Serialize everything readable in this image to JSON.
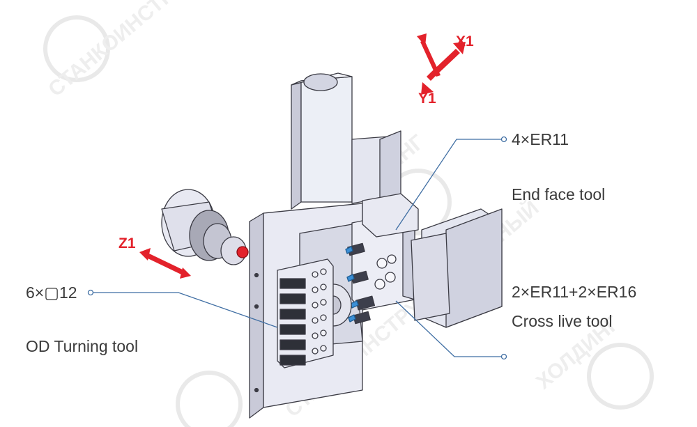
{
  "axes": {
    "x1": "X1",
    "y1": "Y1",
    "z1": "Z1"
  },
  "callouts": {
    "er11_count": "4×ER11",
    "end_face": "End face tool",
    "cross_count": "2×ER11+2×ER16",
    "cross_live": "Cross live tool",
    "od_count": "6×▢12",
    "od_turning": "OD Turning tool"
  },
  "watermark_text": "СТАНКОИНСТРУМЕНТАЛЬНЫЙ ХОЛДИНГ",
  "colors": {
    "axis_arrow": "#e3222b",
    "leader_line": "#3f6ea3",
    "label_text": "#3a3a3a",
    "machine_fill": "#e8e9f3",
    "machine_stroke": "#3b3b44"
  }
}
